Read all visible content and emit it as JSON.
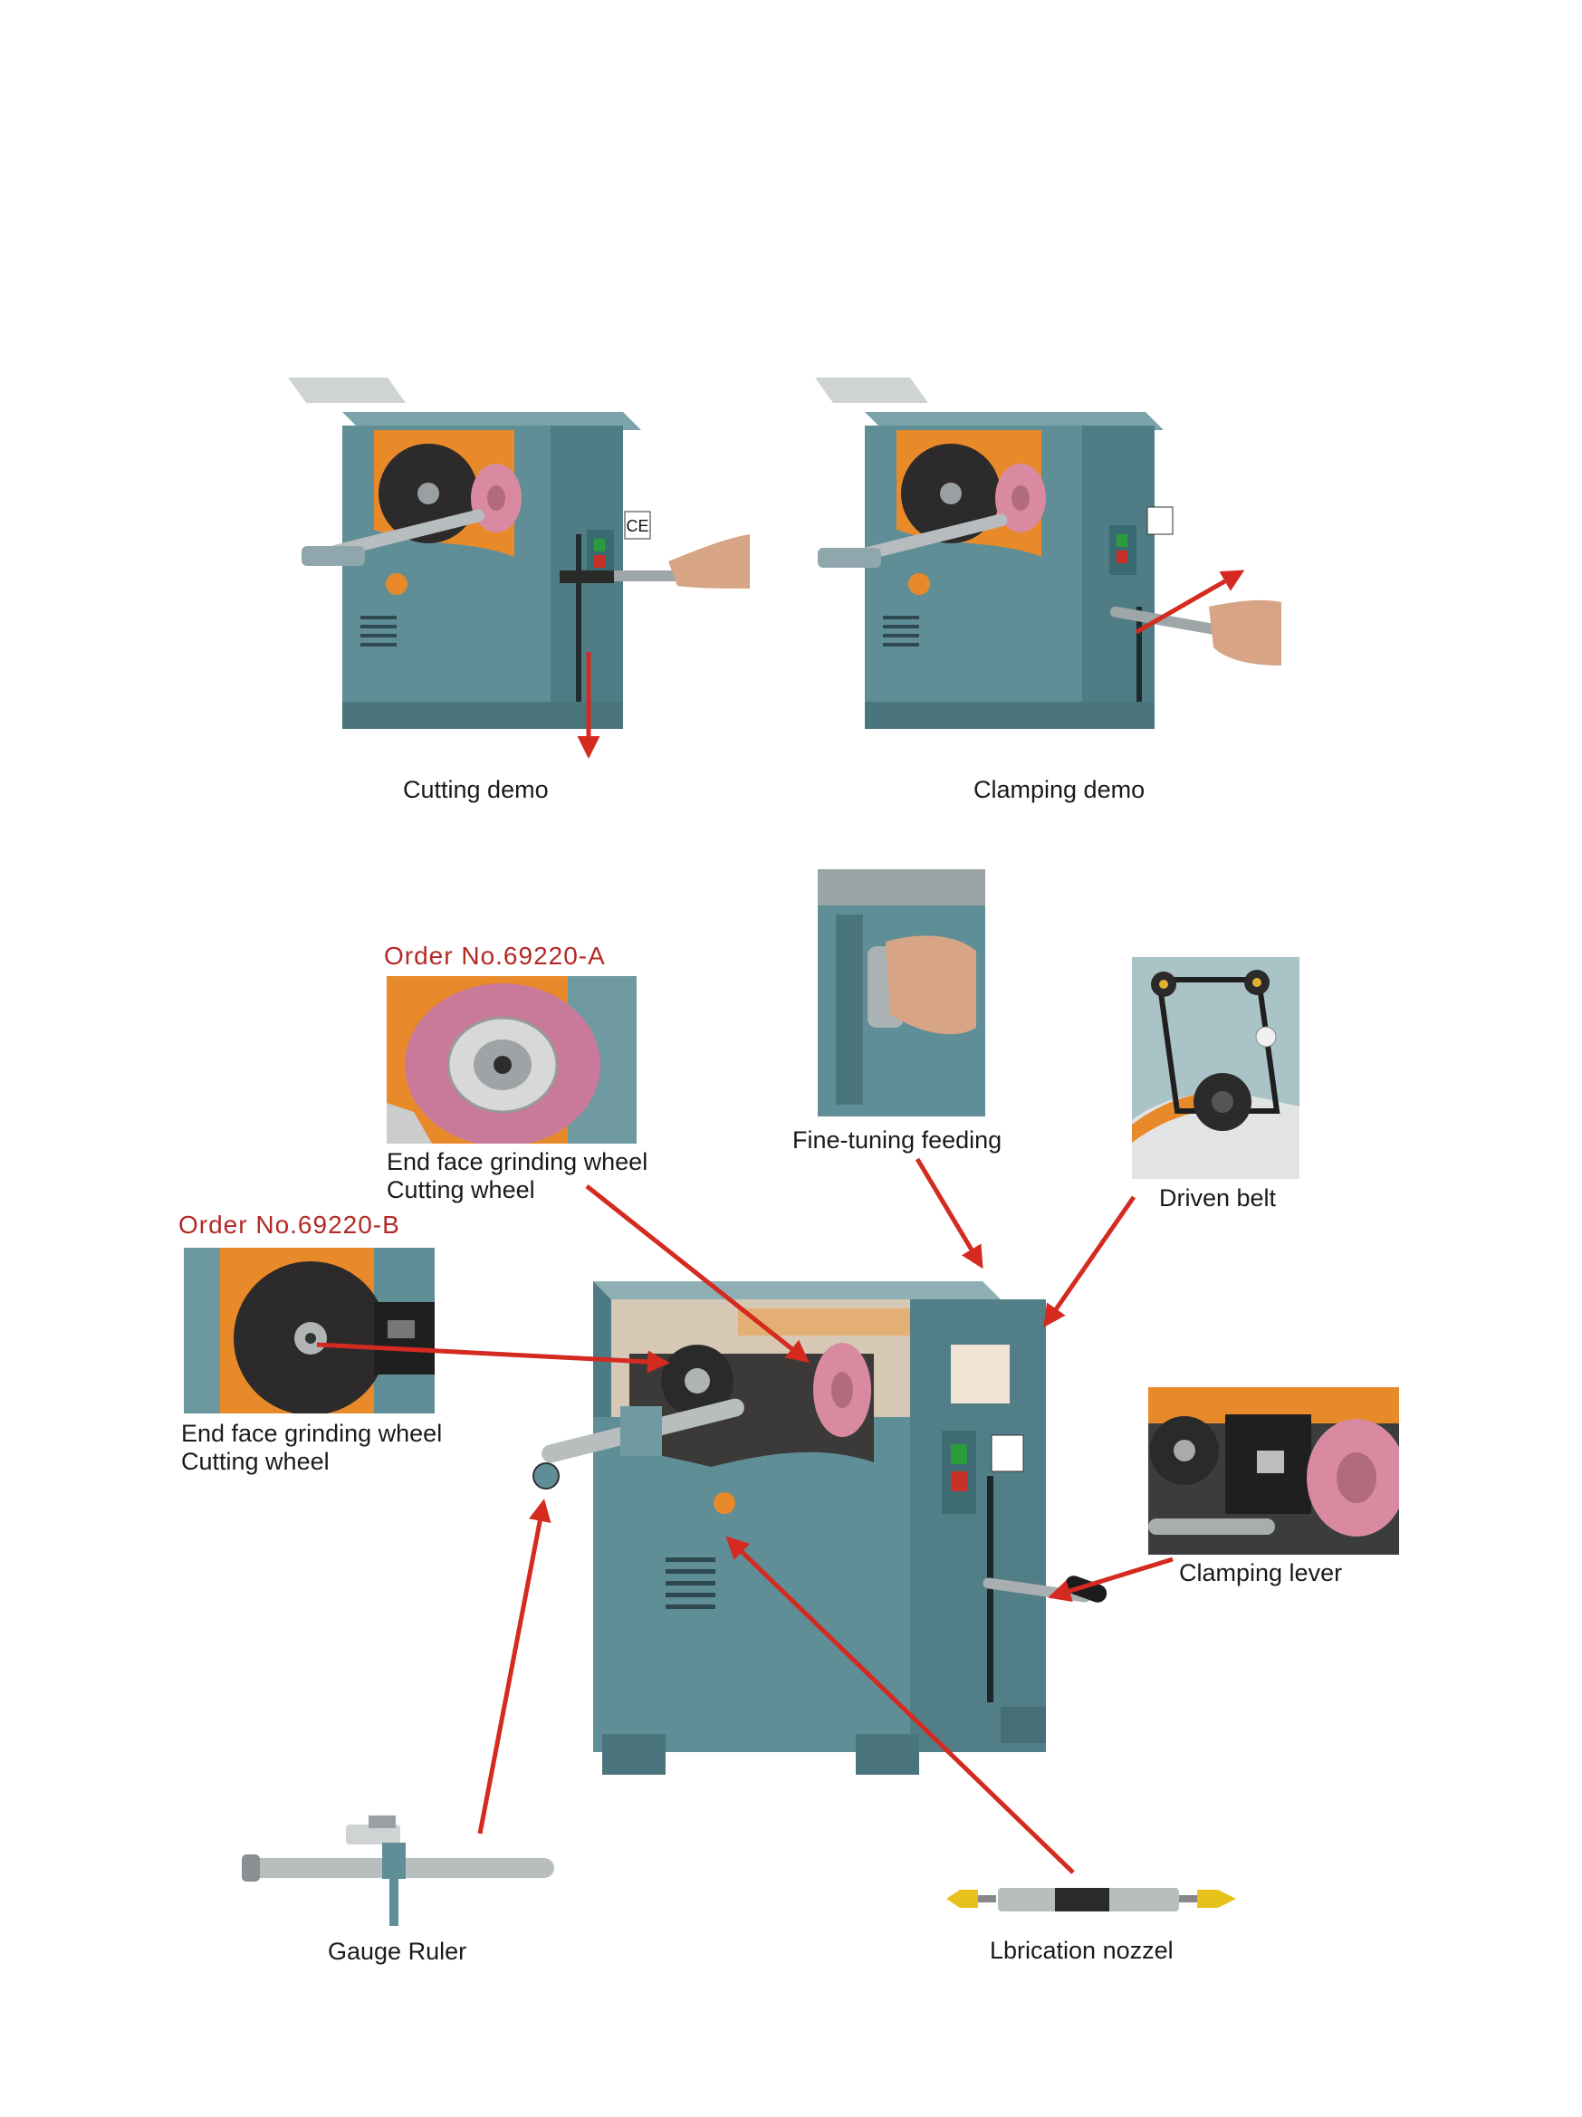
{
  "captions": {
    "cutting_demo": "Cutting demo",
    "clamping_demo": "Clamping demo",
    "fine_tuning": "Fine-tuning feeding",
    "driven_belt": "Driven belt",
    "order_a": "Order No.69220-A",
    "order_b": "Order No.69220-B",
    "wheel_a_line1": "End face grinding wheel",
    "wheel_a_line2": "Cutting wheel",
    "wheel_b_line1": "End face grinding wheel",
    "wheel_b_line2": "Cutting wheel",
    "clamping_lever": "Clamping lever",
    "gauge_ruler": "Gauge Ruler",
    "lubrication_nozzle": "Lbrication nozzel",
    "ce_mark": "CE"
  },
  "colors": {
    "machine": "#5f8e96",
    "machine_dark": "#3f6870",
    "guard_orange": "#e98a2a",
    "wheel_pink": "#d98aa0",
    "arrow_red": "#d42a20",
    "order_red": "#b32a24"
  }
}
